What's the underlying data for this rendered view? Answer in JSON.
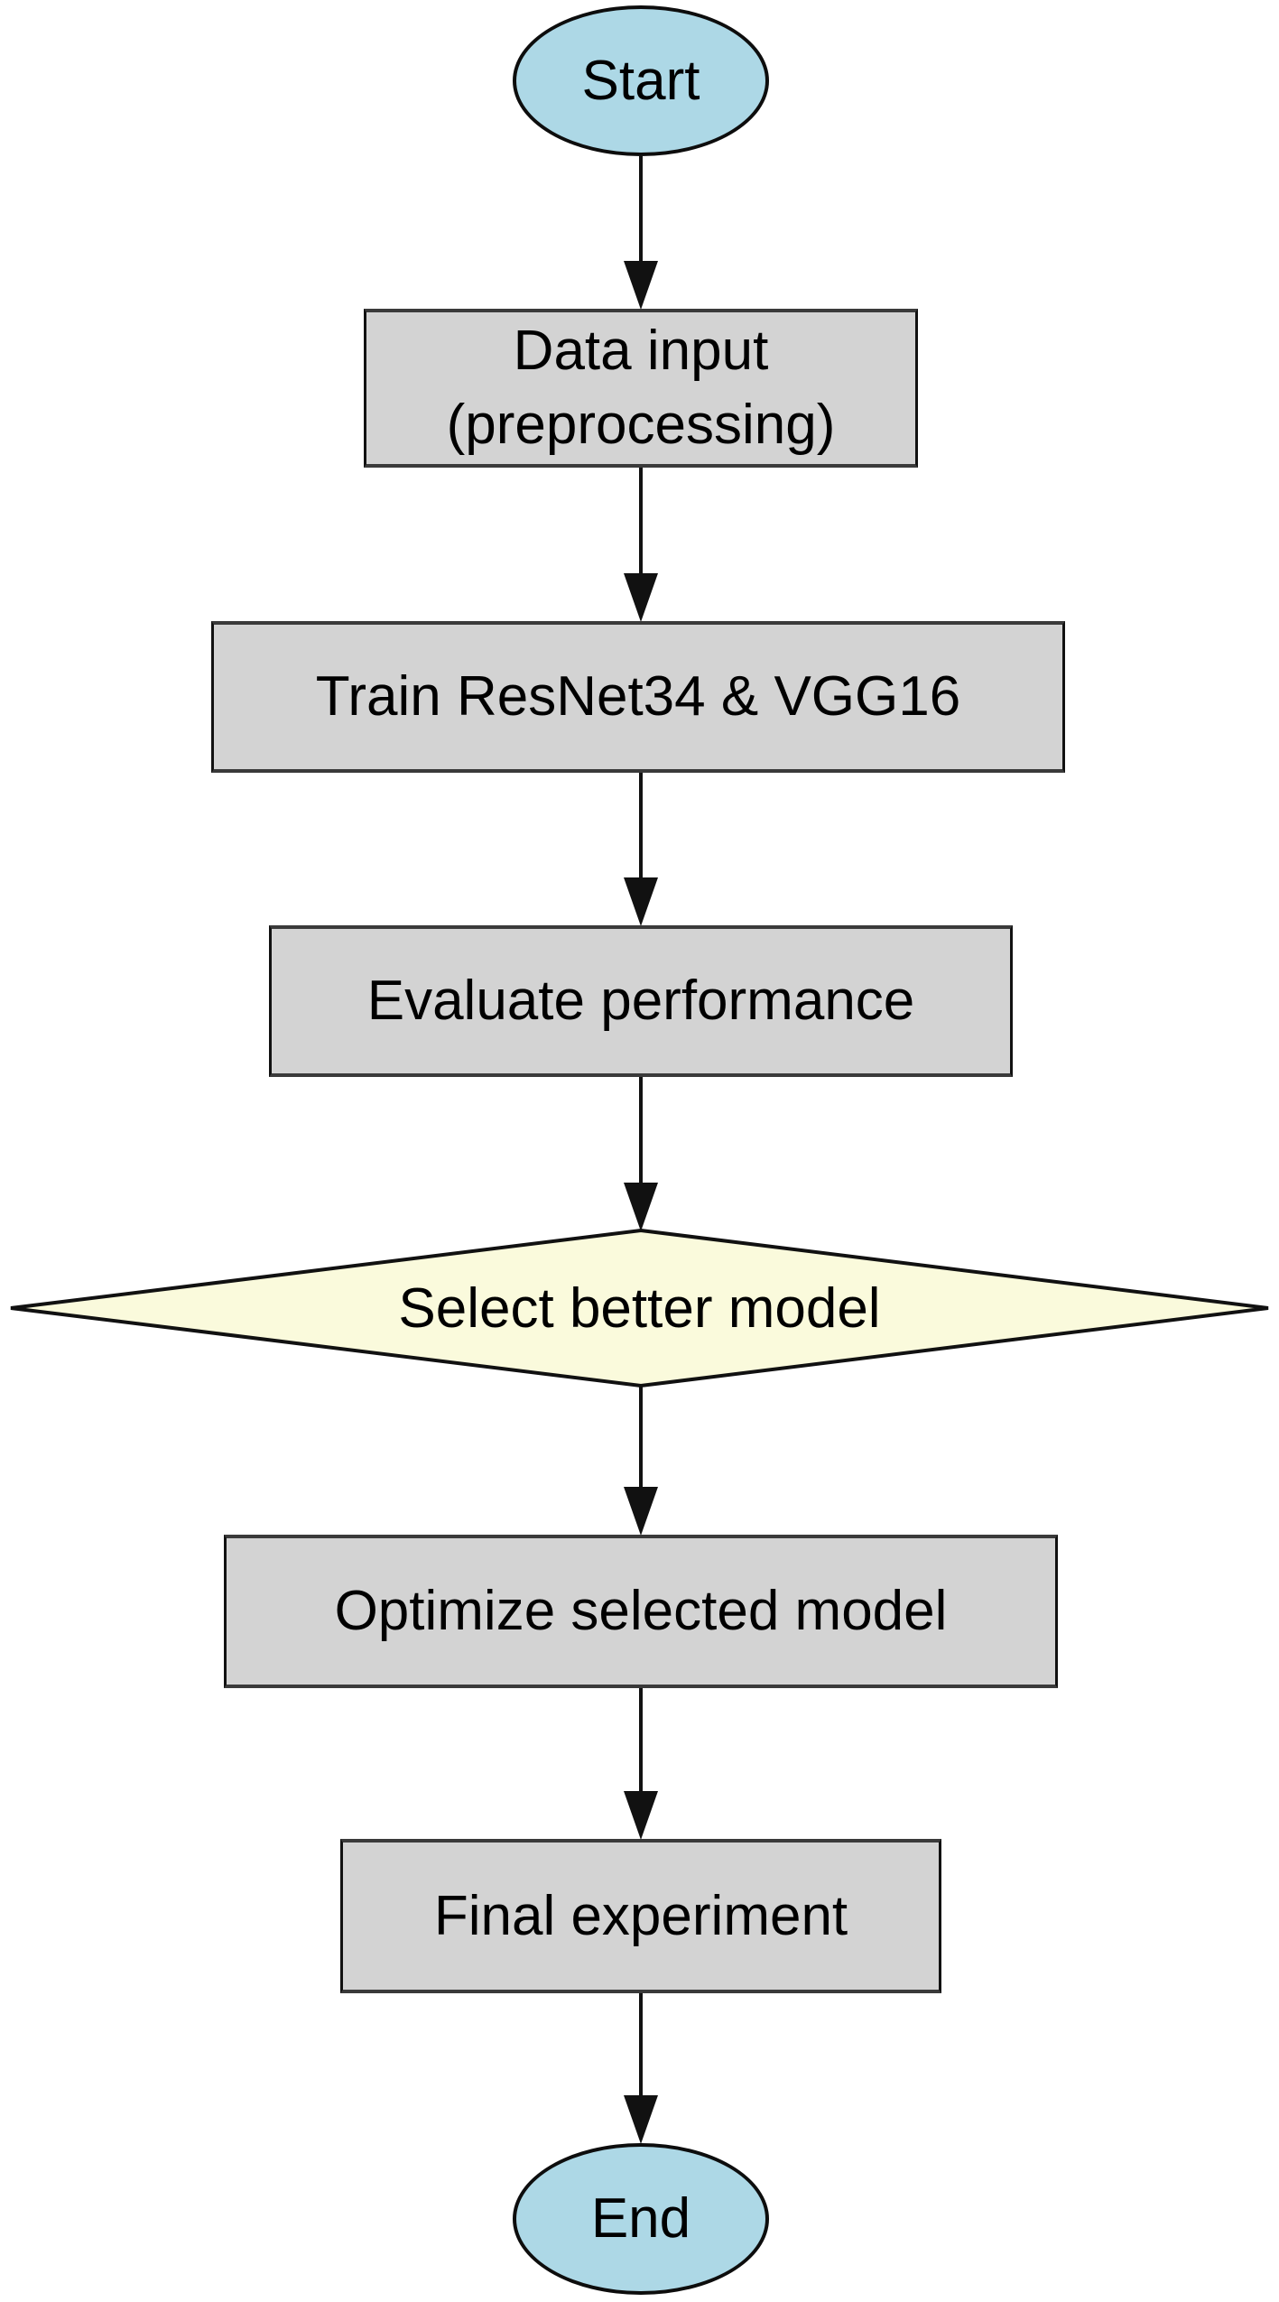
{
  "diagram": {
    "type": "flowchart",
    "nodes": [
      {
        "id": "start",
        "shape": "terminator",
        "label": "Start",
        "fill": "#ADD8E6"
      },
      {
        "id": "data-input",
        "shape": "process",
        "label": "Data input (preprocessing)",
        "fill": "#D3D3D3"
      },
      {
        "id": "train",
        "shape": "process",
        "label": "Train ResNet34 & VGG16",
        "fill": "#D3D3D3"
      },
      {
        "id": "evaluate",
        "shape": "process",
        "label": "Evaluate performance",
        "fill": "#D3D3D3"
      },
      {
        "id": "select",
        "shape": "decision",
        "label": "Select better model",
        "fill": "#FAFADC"
      },
      {
        "id": "optimize",
        "shape": "process",
        "label": "Optimize selected model",
        "fill": "#D3D3D3"
      },
      {
        "id": "final",
        "shape": "process",
        "label": "Final experiment",
        "fill": "#D3D3D3"
      },
      {
        "id": "end",
        "shape": "terminator",
        "label": "End",
        "fill": "#ADD8E6"
      }
    ],
    "edges": [
      {
        "from": "start",
        "to": "data-input"
      },
      {
        "from": "data-input",
        "to": "train"
      },
      {
        "from": "train",
        "to": "evaluate"
      },
      {
        "from": "evaluate",
        "to": "select"
      },
      {
        "from": "select",
        "to": "optimize"
      },
      {
        "from": "optimize",
        "to": "final"
      },
      {
        "from": "final",
        "to": "end"
      }
    ],
    "colors": {
      "terminator_fill": "#ADD8E6",
      "process_fill": "#D3D3D3",
      "decision_fill": "#FAFADC",
      "stroke": "#111111",
      "text": "#000000",
      "background": "#FFFFFF"
    }
  }
}
